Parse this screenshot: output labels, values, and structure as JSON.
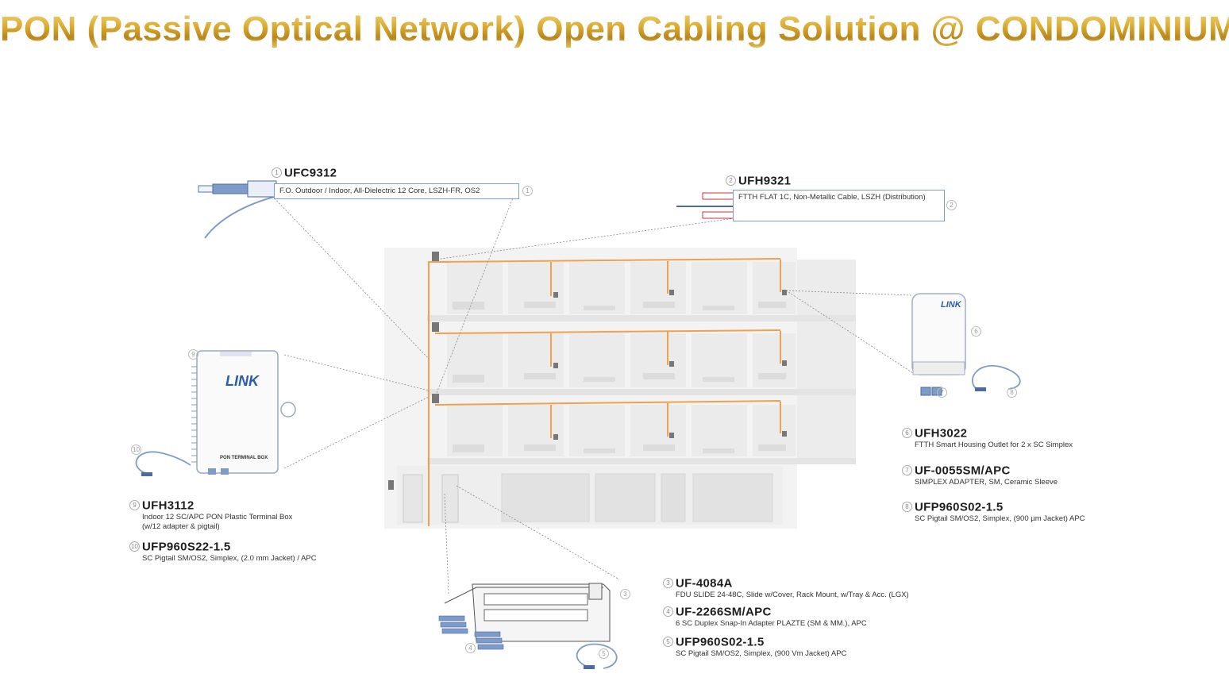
{
  "title": "PON  (Passive Optical Network) Open Cabling Solution @ CONDOMINIUM",
  "colors": {
    "title_gold": "#d4a431",
    "fiber_orange": "#f0a04e",
    "box_blue": "#7f9cc9"
  },
  "cables": {
    "c1": {
      "num": "1",
      "code": "UFC9312",
      "box": "F.O. Outdoor / Indoor, All-Dielectric 12 Core, LSZH-FR, OS2",
      "end_num": "1"
    },
    "c2": {
      "num": "2",
      "code": "UFH9321",
      "box": "FTTH FLAT 1C, Non-Metallic Cable, LSZH (Distribution)",
      "end_num": "2"
    }
  },
  "terminal_box": {
    "brand": "LINK",
    "label": "PON TERMINAL BOX",
    "num": "9",
    "pig_num": "10"
  },
  "outlet": {
    "brand": "LINK",
    "num": "6",
    "adapter_num": "7",
    "pigtail_num": "8"
  },
  "rack": {
    "num": "3",
    "adapter_num": "4",
    "pigtail_num": "5"
  },
  "products": [
    {
      "num": "6",
      "code": "UFH3022",
      "desc": [
        "FTTH Smart Housing Outlet for 2 x SC Simplex"
      ]
    },
    {
      "num": "7",
      "code": "UF-0055SM/APC",
      "desc": [
        "SIMPLEX ADAPTER, SM, Ceramic Sleeve"
      ]
    },
    {
      "num": "8",
      "code": "UFP960S02-1.5",
      "desc": [
        "SC Pigtail SM/OS2, Simplex, (900 µm Jacket) APC"
      ]
    },
    {
      "num": "9",
      "code": "UFH3112",
      "desc": [
        "Indoor 12 SC/APC PON Plastic Terminal Box",
        "(w/12 adapter & pigtail)"
      ]
    },
    {
      "num": "10",
      "code": "UFP960S22-1.5",
      "desc": [
        "SC Pigtail SM/OS2, Simplex, (2.0 mm Jacket) / APC"
      ]
    },
    {
      "num": "3",
      "code": "UF-4084A",
      "desc": [
        "FDU SLIDE 24-48C, Slide w/Cover, Rack Mount, w/Tray & Acc. (LGX)"
      ]
    },
    {
      "num": "4",
      "code": "UF-2266SM/APC",
      "desc": [
        "6 SC Duplex Snap-In Adapter PLAZTE (SM & MM.), APC"
      ]
    },
    {
      "num": "5",
      "code": "UFP960S02-1.5",
      "desc": [
        "SC Pigtail SM/OS2, Simplex, (900 Vm Jacket) APC"
      ]
    }
  ]
}
